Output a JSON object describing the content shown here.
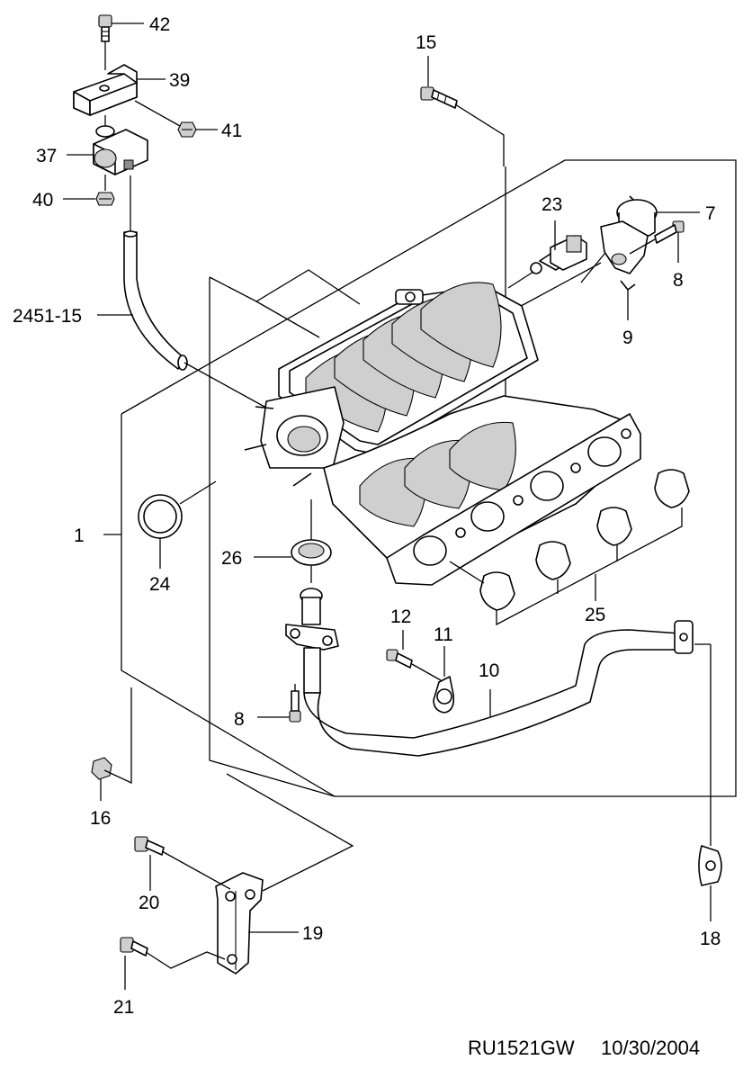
{
  "diagram": {
    "parts": {
      "p42": "42",
      "p39": "39",
      "p41": "41",
      "p37": "37",
      "p40": "40",
      "p2451": "2451-15",
      "p15": "15",
      "p23": "23",
      "p7": "7",
      "p8a": "8",
      "p9": "9",
      "p1": "1",
      "p24": "24",
      "p26": "26",
      "p25": "25",
      "p12": "12",
      "p11": "11",
      "p10": "10",
      "p8b": "8",
      "p16": "16",
      "p20": "20",
      "p19": "19",
      "p21": "21",
      "p18": "18"
    },
    "footer": {
      "code": "RU1521GW",
      "date": "10/30/2004"
    }
  }
}
